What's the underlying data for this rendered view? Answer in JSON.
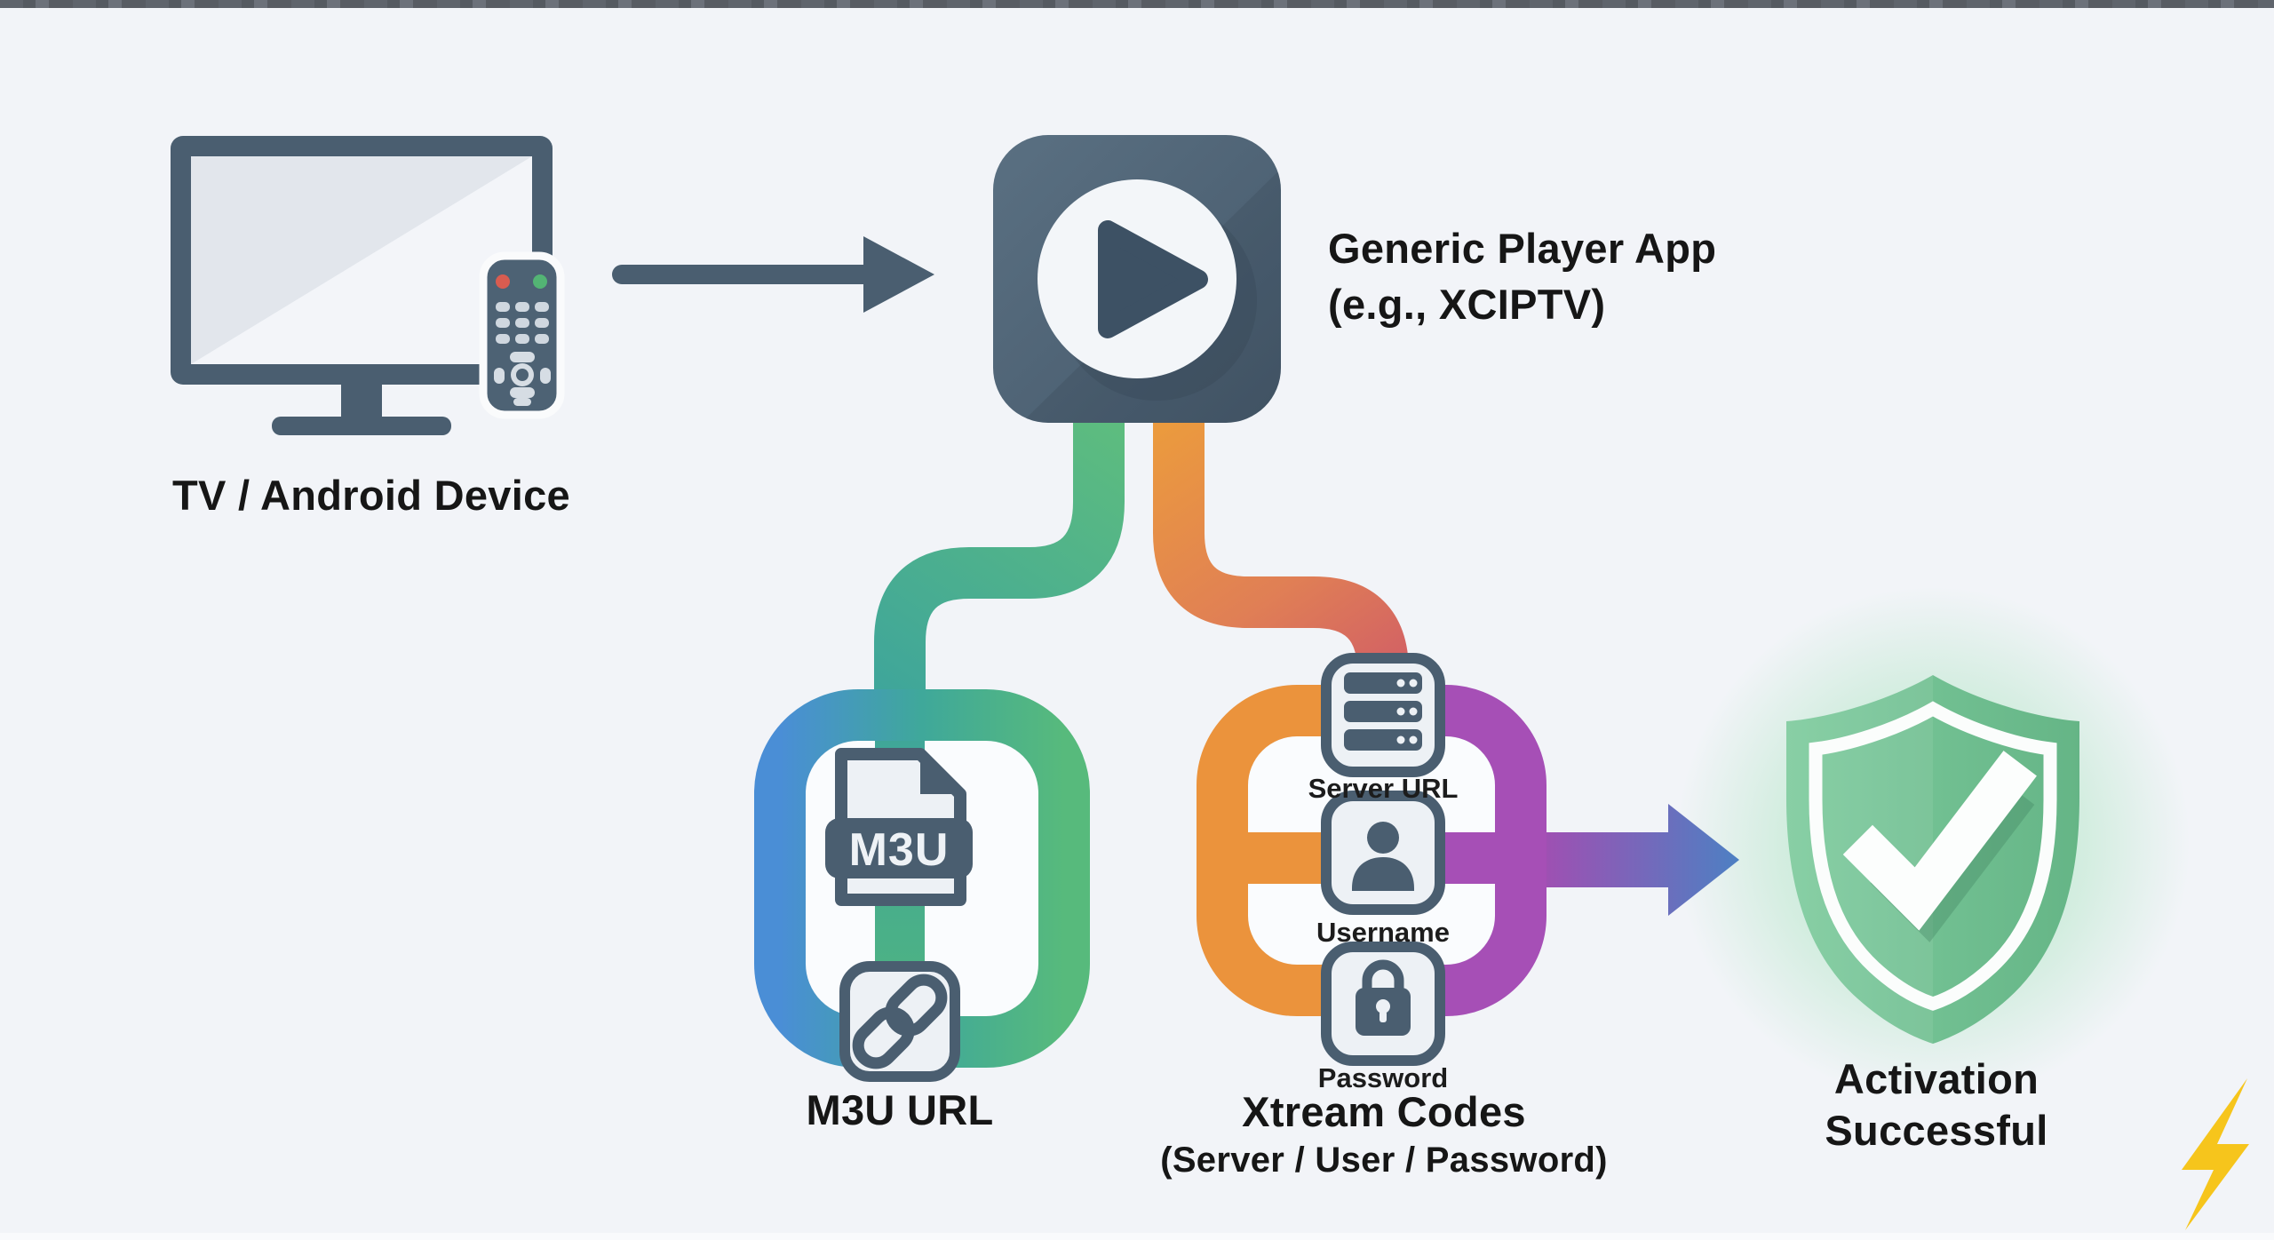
{
  "diagram_title": "IPTV player activation flow",
  "nodes": {
    "tv_device": {
      "label": "TV / Android Device",
      "icon": "tv-with-remote-icon"
    },
    "player_app": {
      "label_line1": "Generic Player App",
      "label_line2": "(e.g., XCIPTV)",
      "icon": "play-button-app-icon"
    },
    "m3u_branch": {
      "file_badge": "M3U",
      "label": "M3U URL",
      "icons": [
        "m3u-file-icon",
        "link-icon"
      ]
    },
    "xtream_branch": {
      "server_label": "Server URL",
      "username_label": "Username",
      "password_label": "Password",
      "label": "Xtream Codes",
      "sublabel": "(Server / User / Password)",
      "icons": [
        "server-icon",
        "user-icon",
        "lock-icon"
      ]
    },
    "activation": {
      "label_line1": "Activation",
      "label_line2": "Successful",
      "icon": "shield-check-icon"
    }
  },
  "decorations": {
    "corner_icon": "lightning-bolt-icon"
  },
  "colors": {
    "background": "#f2f4f8",
    "slate": "#4a5e70",
    "pipe_green": "#5dbc7f",
    "pipe_teal": "#3ea59b",
    "pipe_blue": "#4a8ed6",
    "pipe_orange": "#eb933c",
    "pipe_red": "#cb4f70",
    "pipe_purple": "#a64fb6",
    "arrow_blue": "#4d80c3",
    "shield_green": "#72c293",
    "lightning_yellow": "#f6c51c",
    "label_text": "#161616"
  }
}
